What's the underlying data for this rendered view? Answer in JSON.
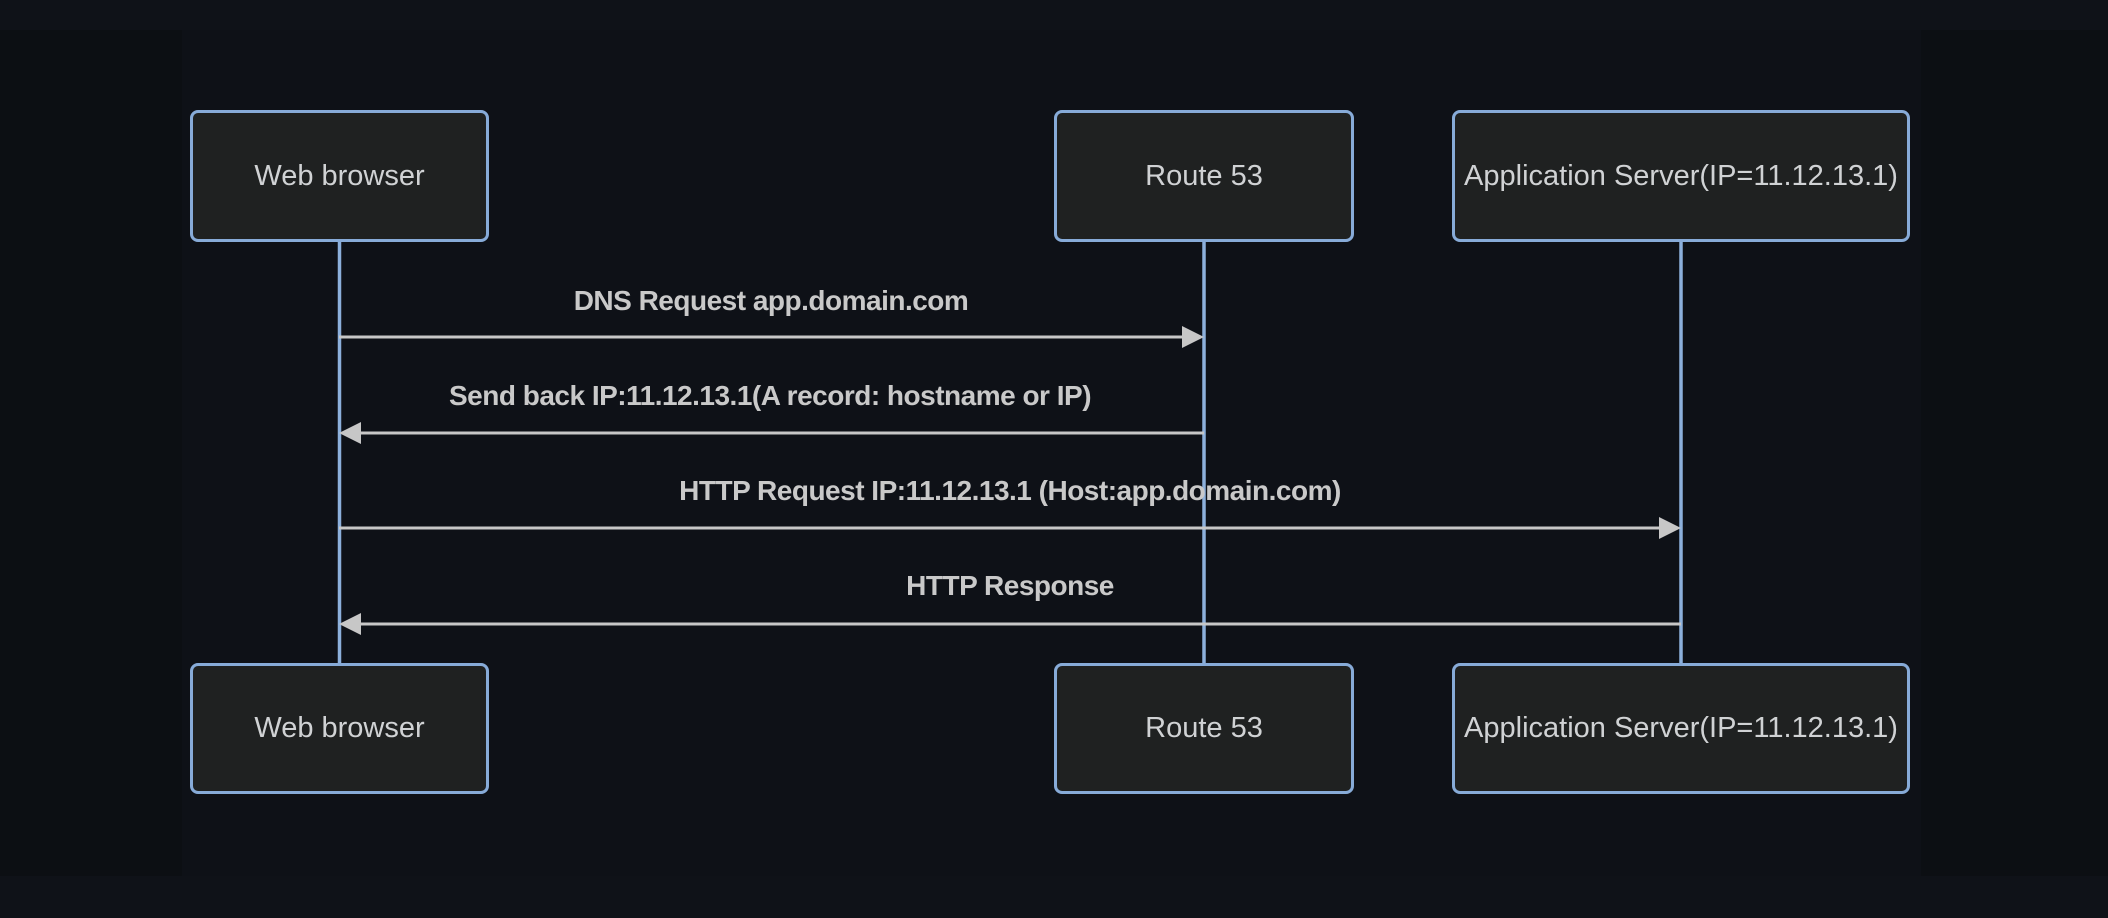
{
  "diagram": {
    "type": "sequence-diagram",
    "actors": [
      {
        "label": "Web browser"
      },
      {
        "label": "Route 53"
      },
      {
        "label": "Application Server(IP=11.12.13.1)"
      }
    ],
    "messages": [
      {
        "from": "Web browser",
        "to": "Route 53",
        "label": "DNS Request app.domain.com",
        "arrow": "solid-right"
      },
      {
        "from": "Route 53",
        "to": "Web browser",
        "label": "Send back IP:11.12.13.1(A record: hostname or IP)",
        "arrow": "solid-left"
      },
      {
        "from": "Web browser",
        "to": "Application Server(IP=11.12.13.1)",
        "label": "HTTP Request IP:11.12.13.1 (Host:app.domain.com)",
        "arrow": "solid-right"
      },
      {
        "from": "Application Server(IP=11.12.13.1)",
        "to": "Web browser",
        "label": "HTTP Response",
        "arrow": "solid-left"
      }
    ],
    "colors": {
      "page_bg": "#0f1218",
      "band_bg": "#0c0f13",
      "diagram_bg": "#0e1117",
      "actor_fill": "#1f2121",
      "actor_border": "#87abd8",
      "lifeline": "#8cb0dc",
      "arrow": "#c7c7c7",
      "actor_text": "#d0d2d4",
      "message_text": "#c9c9c9"
    }
  }
}
